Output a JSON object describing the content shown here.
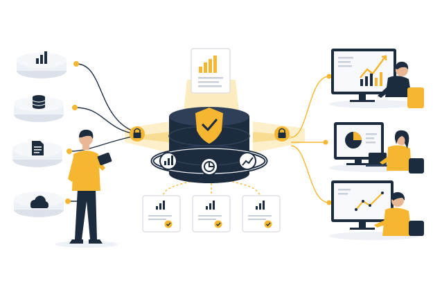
{
  "illustration": {
    "colors": {
      "navy": "#1d2b3f",
      "navy_light": "#2e3f57",
      "accent_yellow": "#f5b731",
      "accent_yellow_light": "#fde7b0",
      "glow": "#fcefc9",
      "platform": "#eef1f5",
      "platform_shadow": "#dde2ea",
      "card_border": "#d6dbe3",
      "card_line": "#c9cfd8",
      "monitor_screen": "#f7f9fc"
    },
    "sources": [
      {
        "icon": "bar-chart-icon"
      },
      {
        "icon": "database-icon"
      },
      {
        "icon": "document-icon"
      },
      {
        "icon": "cloud-icon"
      }
    ],
    "central_hub": {
      "icon": "shield-check-icon",
      "ring_icons": [
        "bar-chart-icon",
        "pie-chart-icon",
        "trend-line-icon"
      ]
    },
    "locks": [
      "padlock-icon",
      "padlock-icon"
    ],
    "report_cards": [
      {
        "icon": "bar-chart-icon",
        "status": "check-icon"
      },
      {
        "icon": "bar-chart-icon",
        "status": "check-icon"
      },
      {
        "icon": "bar-chart-icon",
        "status": "check-icon"
      }
    ],
    "consumers": [
      {
        "screen": "line-chart-rising",
        "person": "man-seated"
      },
      {
        "screen": "pie-chart",
        "person": "woman-seated"
      },
      {
        "screen": "line-chart",
        "person": "man-seated"
      }
    ]
  }
}
